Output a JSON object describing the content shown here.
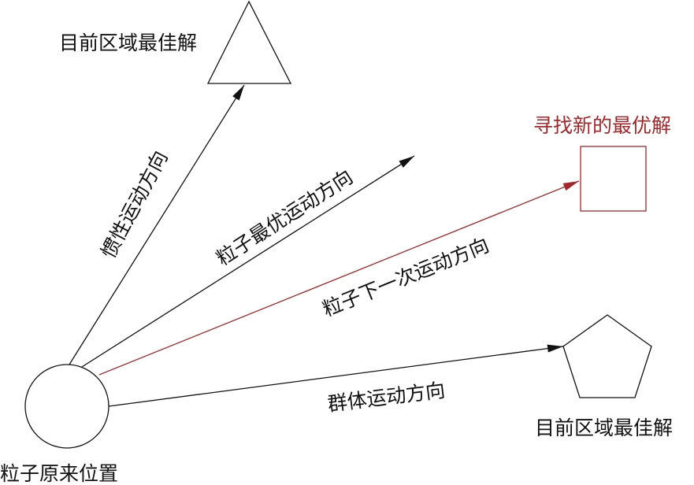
{
  "labels": {
    "origin": "粒子原来位置",
    "triangle_best": "目前区域最佳解",
    "pentagon_best": "目前区域最佳解",
    "new_best": "寻找新的最优解",
    "inertia_dir": "惯性运动方向",
    "particle_best_dir": "粒子最优运动方向",
    "next_dir": "粒子下一次运动方向",
    "swarm_dir": "群体运动方向"
  },
  "colors": {
    "line": "#111111",
    "accent": "#a3272b",
    "background": "#ffffff"
  }
}
